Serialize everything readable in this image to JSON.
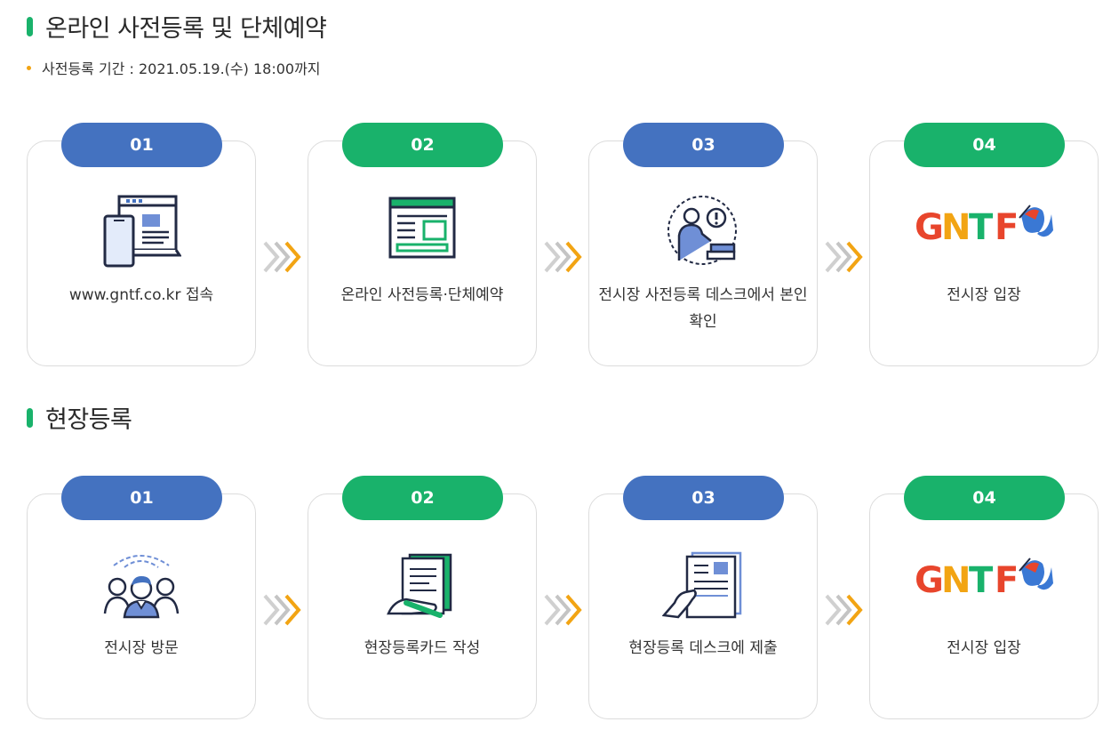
{
  "online": {
    "title": "온라인 사전등록 및 단체예약",
    "period": "사전등록 기간 : 2021.05.19.(수) 18:00까지",
    "steps": [
      {
        "num": "01",
        "label": "www.gntf.co.kr 접속",
        "icon": "computer-devices-icon",
        "color": "blue"
      },
      {
        "num": "02",
        "label": "온라인 사전등록·단체예약",
        "icon": "web-form-icon",
        "color": "green"
      },
      {
        "num": "03",
        "label": "전시장 사전등록 데스크에서 본인확인",
        "icon": "desk-person-icon",
        "color": "blue"
      },
      {
        "num": "04",
        "label": "전시장 입장",
        "icon": "gntf-logo",
        "color": "green"
      }
    ]
  },
  "onsite": {
    "title": "현장등록",
    "steps": [
      {
        "num": "01",
        "label": "전시장 방문",
        "icon": "visitors-icon",
        "color": "blue"
      },
      {
        "num": "02",
        "label": "현장등록카드 작성",
        "icon": "writing-form-icon",
        "color": "green"
      },
      {
        "num": "03",
        "label": "현장등록 데스크에 제출",
        "icon": "submit-document-icon",
        "color": "blue"
      },
      {
        "num": "04",
        "label": "전시장 입장",
        "icon": "gntf-logo",
        "color": "green"
      }
    ]
  },
  "logo": {
    "text": "GNTF"
  },
  "colors": {
    "accent_green": "#19b26b",
    "accent_blue": "#4472c0",
    "dot_orange": "#f2a413",
    "arrow_orange": "#f2a413"
  }
}
